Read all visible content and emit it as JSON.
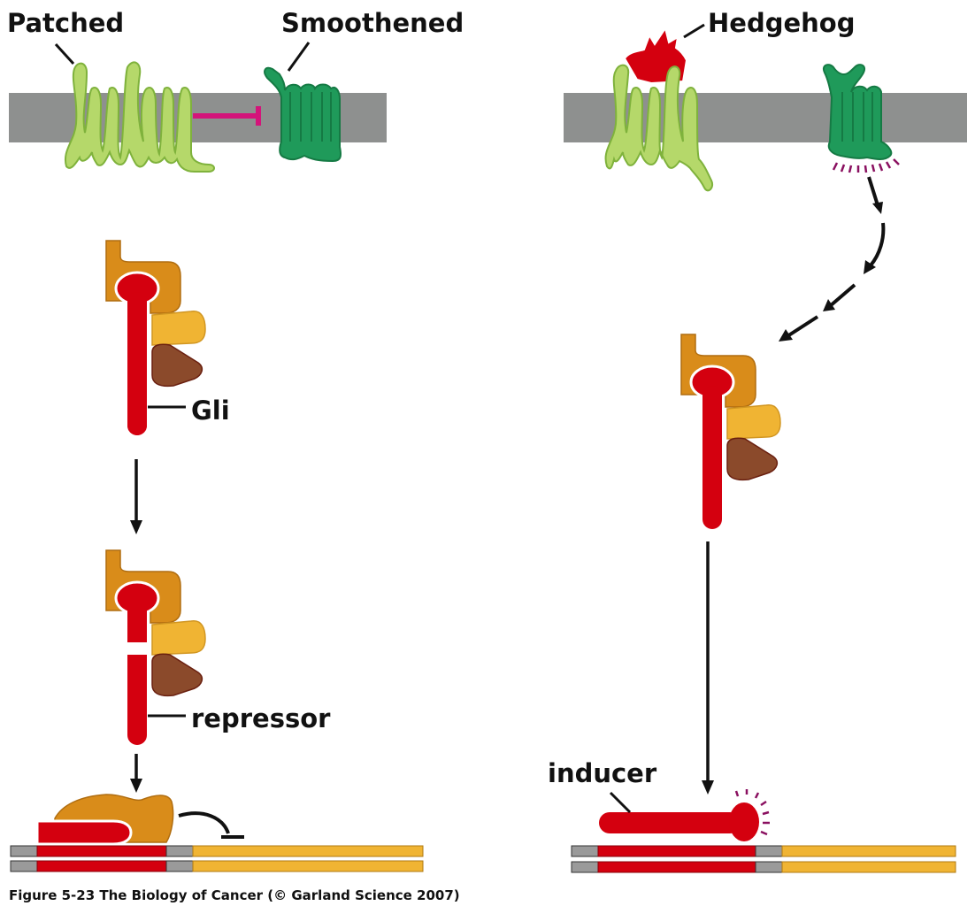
{
  "figure": {
    "caption": "Figure 5-23  The Biology of Cancer (© Garland Science 2007)"
  },
  "labels": {
    "patched": "Patched",
    "smoothened": "Smoothened",
    "hedgehog": "Hedgehog",
    "gli": "Gli",
    "repressor": "repressor",
    "inducer": "inducer"
  },
  "panels": [
    {
      "name": "no-hedgehog",
      "states": [
        "Patched inhibits Smoothened",
        "Gli cleaved to repressor",
        "repressor blocks target gene"
      ]
    },
    {
      "name": "hedgehog-bound",
      "states": [
        "Hedgehog binds Patched",
        "Smoothened activated",
        "Gli becomes inducer",
        "inducer activates target gene"
      ]
    }
  ],
  "colors": {
    "membrane": "#8e908f",
    "patched": "#b5d86a",
    "patched_stroke": "#7fb23c",
    "smoothened": "#1f9a5a",
    "smoothened_stroke": "#157a44",
    "hedgehog": "#d4000f",
    "gli": "#d4000f",
    "orange_protein": "#d98c1a",
    "yellow_protein": "#f0b433",
    "brown_protein": "#8b4a2b",
    "inhibit": "#d4147a",
    "activation_marks": "#8a1060",
    "dna_gray": "#9a9a9a",
    "dna_yellow": "#f0b433",
    "arrow": "#111111"
  }
}
